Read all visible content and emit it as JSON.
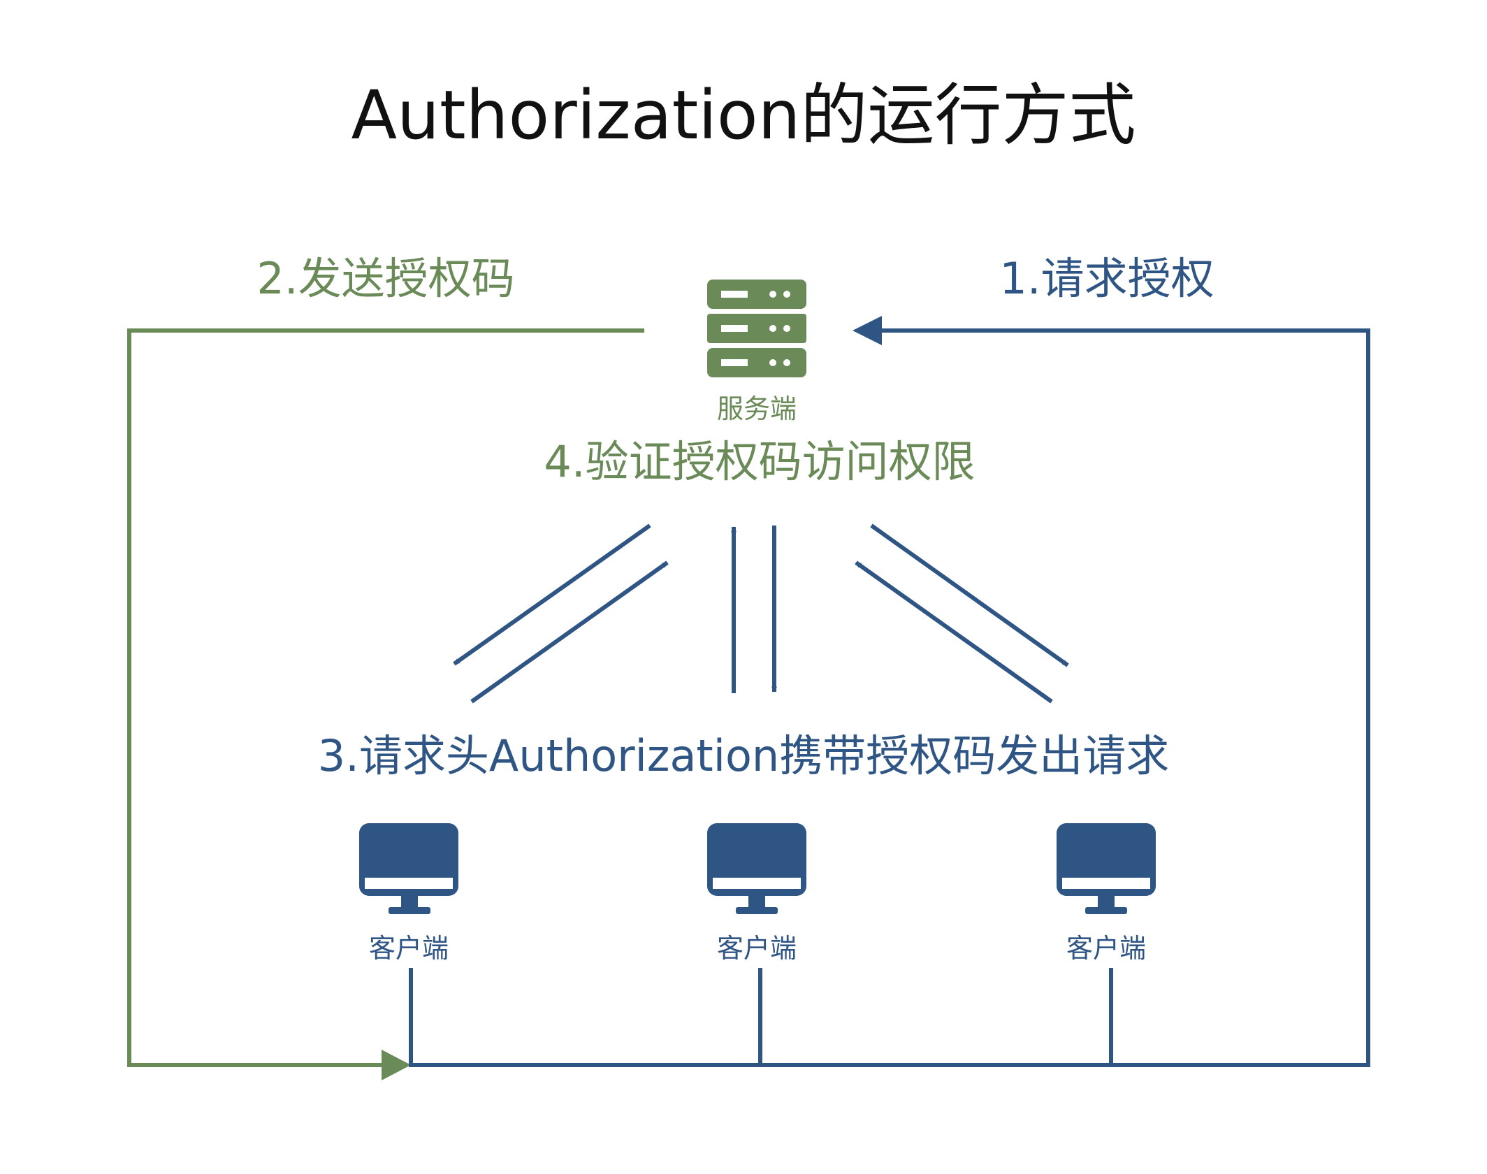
{
  "title": "Authorization的运行方式",
  "server": {
    "label": "服务端",
    "icon": "server-icon"
  },
  "steps": {
    "step1": "1.请求授权",
    "step2": "2.发送授权码",
    "step3": "3.请求头Authorization携带授权码发出请求",
    "step4": "4.验证授权码访问权限"
  },
  "clients": [
    {
      "label": "客户端",
      "icon": "monitor-icon"
    },
    {
      "label": "客户端",
      "icon": "monitor-icon"
    },
    {
      "label": "客户端",
      "icon": "monitor-icon"
    }
  ],
  "colors": {
    "green": "#6a8a57",
    "blue": "#2f5585",
    "title": "#111111"
  }
}
